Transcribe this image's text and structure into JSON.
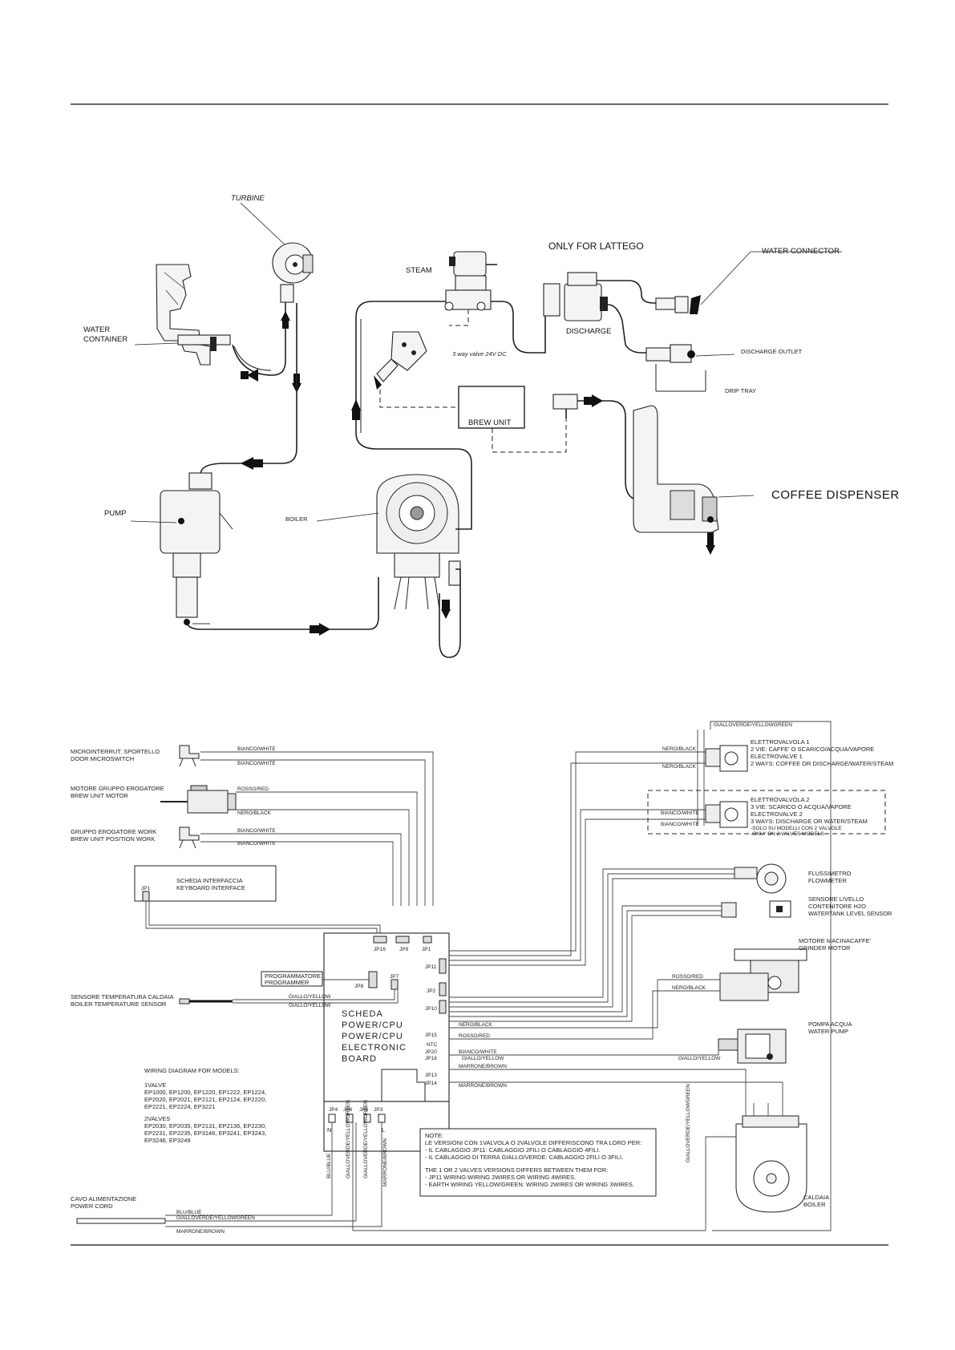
{
  "hydraulic": {
    "turbine": "TURBINE",
    "water_container": [
      "WATER",
      "CONTAINER"
    ],
    "pump": "PUMP",
    "boiler": "BOILER",
    "steam": "STEAM",
    "only_for_lattego": "ONLY FOR LATTEGO",
    "water_connector": "WATER CONNECTOR",
    "discharge": "DISCHARGE",
    "discharge_outlet": "DISCHARGE OUTLET",
    "drip_tray": "DRIP TRAY",
    "three_way_valve": "3 way valve 24V DC",
    "brew_unit": "BREW UNIT",
    "coffee_dispenser": "COFFEE DISPENSER"
  },
  "wiring": {
    "top_wire": "GIALLOVERDE/YELLOWGREEN",
    "door_switch": [
      "MICROINTERRUT. SPORTELLO",
      "DOOR MICROSWITCH"
    ],
    "brew_motor": [
      "MOTORE GRUPPO EROGATORE",
      "BREW UNIT MOTOR"
    ],
    "brew_work": [
      "GRUPPO EROGATORE WORK",
      "BREW UNIT POSITION WORK"
    ],
    "keyboard": [
      "SCHEDA INTERFACCIA",
      "KEYBOARD INTERFACE"
    ],
    "programmer": [
      "PROGRAMMATORE",
      "PROGRAMMER"
    ],
    "boiler_sensor": [
      "SENSORE TEMPERATURA CALDAIA",
      "BOILER TEMPERATURE SENSOR"
    ],
    "power_board": [
      "SCHEDA",
      "POWER/CPU",
      "POWER/CPU",
      "ELECTRONIC",
      "BOARD"
    ],
    "valve1": [
      "ELETTROVALVOLA 1",
      "2 VIE: CAFFE' O SCARICO/ACQUA/VAPORE",
      "ELECTROVALVE 1",
      "2 WAYS: COFFEE OR DISCHARGE/WATER/STEAM"
    ],
    "valve2": [
      "ELETTROVALVOLA 2",
      "3 VIE: SCARICO O ACQUA/VAPORE",
      "ELECTROVALVE 2",
      "3 WAYS: DISCHARGE OR WATER/STEAM",
      "-SOLO SU MODELLI CON 2 VALVOLE",
      "-ONLY ON 2 VALVES MODELS"
    ],
    "flowmeter": [
      "FLUSSIMETRO",
      "FLOWMETER"
    ],
    "level_sensor": [
      "SENSORE LIVELLO",
      "CONTENITORE H2O",
      "WATERTANK LEVEL SENSOR"
    ],
    "grinder": [
      "MOTORE MACINACAFFE'",
      "GRINDER MOTOR"
    ],
    "water_pump": [
      "POMPA ACQUA",
      "WATER PUMP"
    ],
    "boiler": [
      "CALDAIA",
      "BOILER"
    ],
    "power_cord": [
      "CAVO ALIMENTAZIONE",
      "POWER CORD"
    ],
    "models_title": "WIRING DIAGRAM FOR MODELS:",
    "one_valve_title": "1VALVE",
    "one_valve_models": [
      "EP1000, EP1200, EP1220, EP1222, EP1224,",
      "EP2020, EP2021, EP2121, EP2124, EP2220,",
      "EP2221, EP2224, EP3221"
    ],
    "two_valves_title": "2VALVES",
    "two_valves_models": [
      "EP2030, EP2035, EP2131, EP2136, EP2230,",
      "EP2231, EP2235, EP3146, EP3241, EP3243,",
      "EP3246, EP3249"
    ],
    "note": [
      "NOTE:",
      "LE VERSIONI CON 1VALVOLA O 2VALVOLE DIFFERISCONO TRA LORO PER:",
      "- IL CABLAGGIO JP11: CABLAGGIO 2FILI O CABLAGGIO 4FILI.",
      "- IL CABLAGGIO DI TERRA GIALLO/VERDE: CABLAGGIO 2FILI O 3FILI.",
      "THE 1 OR 2 VALVES VERSIONS DIFFERS BETWEEN THEM FOR:",
      "- JP11 WIRING:WIRING 2WIRES OR WIRING 4WIRES.",
      "- EARTH WIRING YELLOW/GREEN: WIRING 2WIRES OR WIRING 3WIRES."
    ],
    "wires": {
      "white": "BIANCO/WHITE",
      "red": "ROSSO/RED",
      "black": "NERO/BLACK",
      "yellow": "GIALLO/YELLOW",
      "brown": "MARRONE/BROWN",
      "blue": "BLU/BLUE",
      "yellowgreen": "GIALLOVERDE/YELLOWGREEN",
      "ntc": "NTC",
      "rosso_red": "ROSSO/RED"
    },
    "connectors": {
      "jp1": "JP1",
      "jp2": "JP2",
      "jp3": "JP3",
      "jp4": "JP4",
      "jp5": "JP5",
      "jp6": "JP6",
      "jp7": "JP7",
      "jp8": "JP8",
      "jp9": "JP9",
      "jp10": "JP10",
      "jp11": "JP11",
      "jp13": "JP13",
      "jp14": "JP14",
      "jp15": "JP15",
      "jp16": "JP16",
      "jp18": "JP18",
      "jp20": "JP20",
      "n": "N",
      "l": "L"
    }
  }
}
